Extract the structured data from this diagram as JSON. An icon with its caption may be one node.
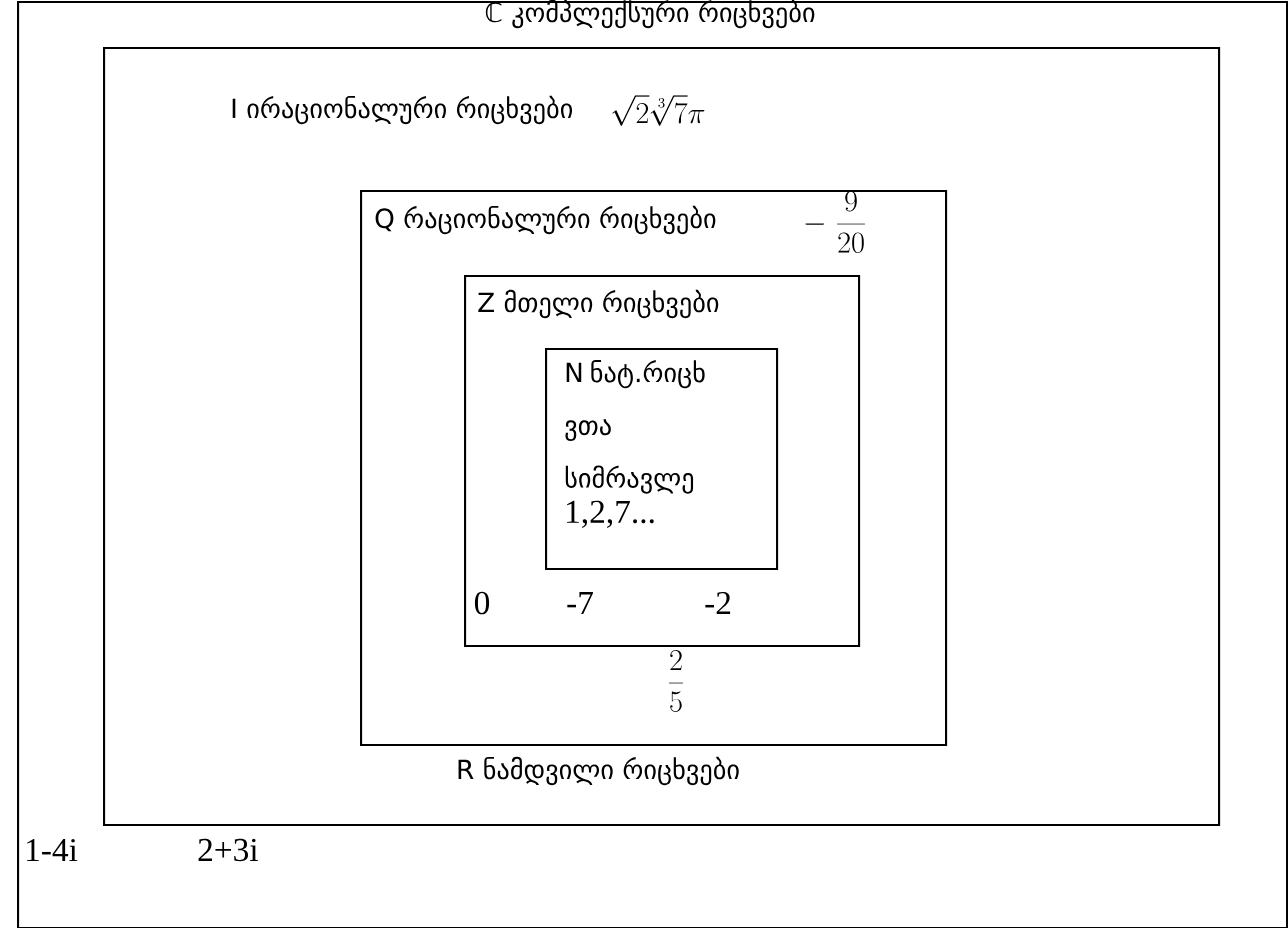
{
  "diagram": {
    "nodes": [
      {
        "text": [
          "ℂ კომპლექსური რიცხვები",
          "1-4i",
          "2+3i"
        ]
      },
      {
        "text": [
          "I ირაციონალური რიცხვები",
          "\\sqrt{2}\\sqrt[3]{7}\\pi",
          "R ნამდვილი რიცხვები"
        ],
        "in": 0
      },
      {
        "text": [
          "Q რაციონალური რიცხვები",
          "-\\;\\frac{9}{20}",
          "\\frac{2}{5}"
        ],
        "in": 1
      },
      {
        "text": [
          "Z მთელი რიცხვები",
          "0",
          "-7",
          "-2"
        ],
        "in": 2
      },
      {
        "text": [
          "N ნატ.რიცხ ვთა სიმრავლე",
          "1,2,7..."
        ],
        "in": 3
      }
    ]
  }
}
